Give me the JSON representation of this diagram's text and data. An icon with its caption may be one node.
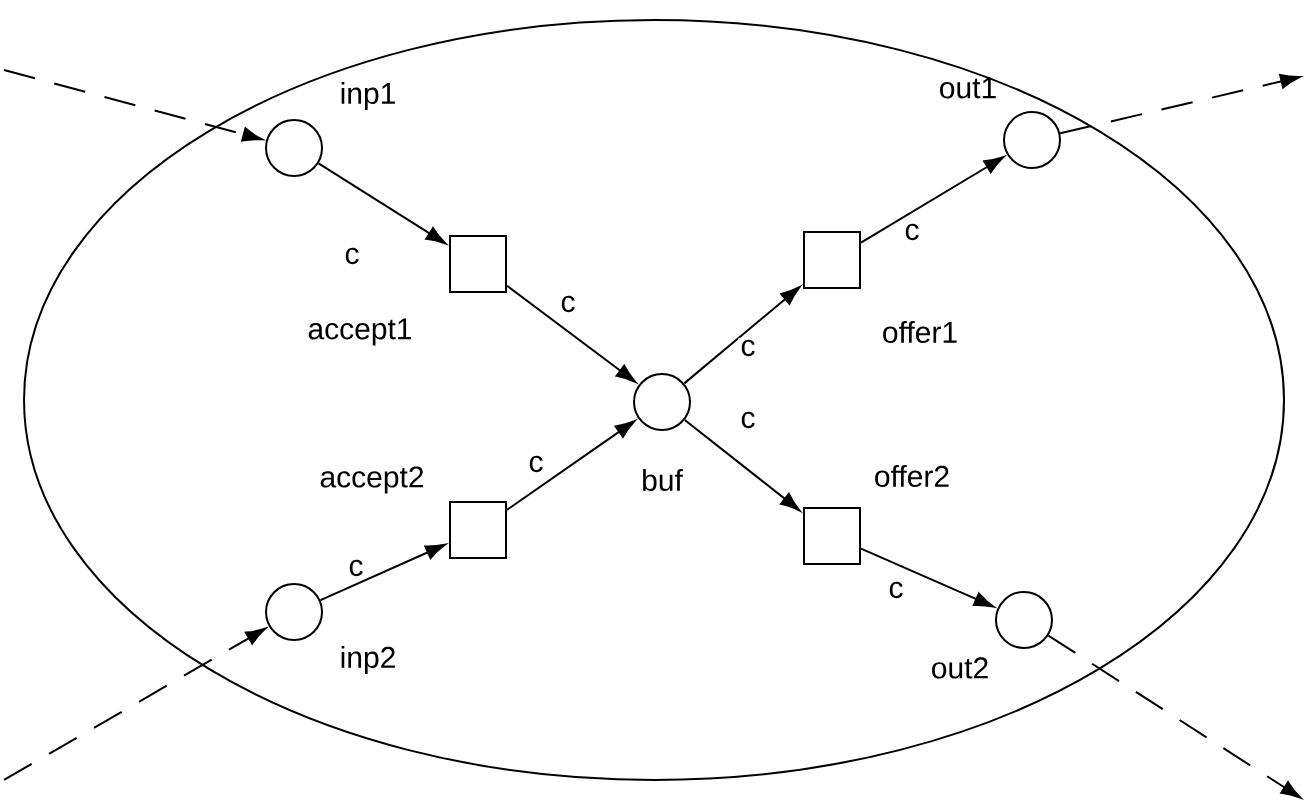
{
  "diagram": {
    "nodes": [
      {
        "text": [],
        "shape": "ellipse"
      },
      {
        "text": [],
        "shape": "circle",
        "beside": [
          "inp1"
        ],
        "in": 0
      },
      {
        "text": [],
        "shape": "box",
        "beside": [
          "accept1"
        ],
        "in": 0
      },
      {
        "text": [],
        "shape": "circle",
        "beside": [
          "inp2"
        ],
        "in": 0
      },
      {
        "text": [],
        "shape": "box",
        "beside": [
          "accept2"
        ],
        "in": 0
      },
      {
        "text": [],
        "shape": "circle",
        "beside": [
          "buf"
        ],
        "in": 0
      },
      {
        "text": [],
        "shape": "box",
        "beside": [
          "offer1"
        ],
        "in": 0
      },
      {
        "text": [],
        "shape": "box",
        "beside": [
          "offer2"
        ],
        "in": 0
      },
      {
        "text": [],
        "shape": "circle",
        "beside": [
          "out1"
        ],
        "in": 0
      },
      {
        "text": [],
        "shape": "circle",
        "beside": [
          "out2"
        ],
        "in": 0
      }
    ],
    "edges": [
      {
        "from": 1,
        "to": 2,
        "arrow": "to",
        "label": "c"
      },
      {
        "from": 2,
        "to": 5,
        "arrow": "to",
        "label": "c"
      },
      {
        "from": 3,
        "to": 4,
        "arrow": "to",
        "label": "c"
      },
      {
        "from": 4,
        "to": 5,
        "arrow": "to",
        "label": "c"
      },
      {
        "from": 5,
        "to": 6,
        "arrow": "to",
        "label": "c"
      },
      {
        "from": 5,
        "to": 7,
        "arrow": "to",
        "label": "c"
      },
      {
        "from": 6,
        "to": 8,
        "arrow": "to",
        "label": "c"
      },
      {
        "from": 7,
        "to": 9,
        "arrow": "to",
        "label": "c"
      },
      {
        "from": null,
        "to": 1,
        "arrow": "to",
        "style": "dashed"
      },
      {
        "from": null,
        "to": 3,
        "arrow": "to",
        "style": "dashed"
      },
      {
        "from": 8,
        "to": null,
        "arrow": "to",
        "style": "dashed"
      },
      {
        "from": 9,
        "to": null,
        "arrow": "to",
        "style": "dashed"
      }
    ]
  }
}
